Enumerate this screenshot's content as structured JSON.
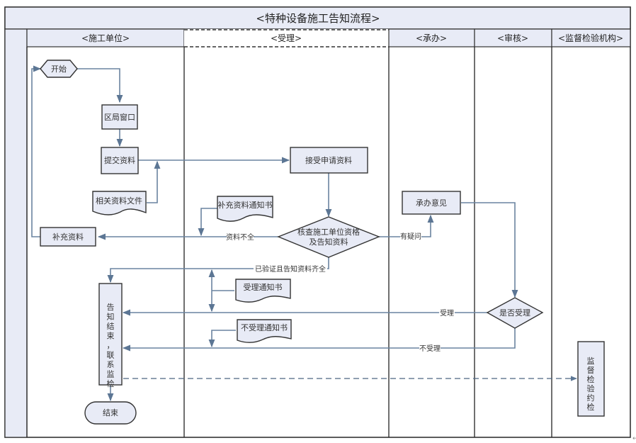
{
  "title": "<特种设备施工告知流程>",
  "lanes": [
    {
      "id": "construction",
      "label": "<施工单位>"
    },
    {
      "id": "acceptance",
      "label": "<受理>"
    },
    {
      "id": "handling",
      "label": "<承办>"
    },
    {
      "id": "review",
      "label": "<审核>"
    },
    {
      "id": "inspection",
      "label": "<监督检验机构>"
    }
  ],
  "nodes": {
    "start": "开始",
    "district_window": "区局窗口",
    "submit_docs": "提交资料",
    "related_docs": "相关资料文件",
    "supplement_docs": "补充资料",
    "receive_application": "接受申请资料",
    "supplement_notice": "补充资料通知书",
    "check_qualification_line1": "核查施工单位资格",
    "check_qualification_line2": "及告知资料",
    "handling_opinion": "承办意见",
    "accept_notice": "受理通知书",
    "reject_notice": "不受理通知书",
    "accept_decision": "是否受理",
    "notify_end": [
      "告",
      "知",
      "结",
      "束",
      "，",
      "联",
      "系",
      "监",
      "检"
    ],
    "end": "结束",
    "inspection_appointment": [
      "监",
      "督",
      "检",
      "验",
      "约",
      "检"
    ]
  },
  "edges": {
    "incomplete": "资料不全",
    "questionable": "有疑问",
    "verified_complete": "已验证且告知资料齐全",
    "accepted": "受理",
    "not_accepted": "不受理"
  },
  "colors": {
    "shape_fill": "#e8ebf6",
    "header_fill": "#e8ebf6",
    "flow_line": "#6a84a0",
    "border": "#333333"
  }
}
